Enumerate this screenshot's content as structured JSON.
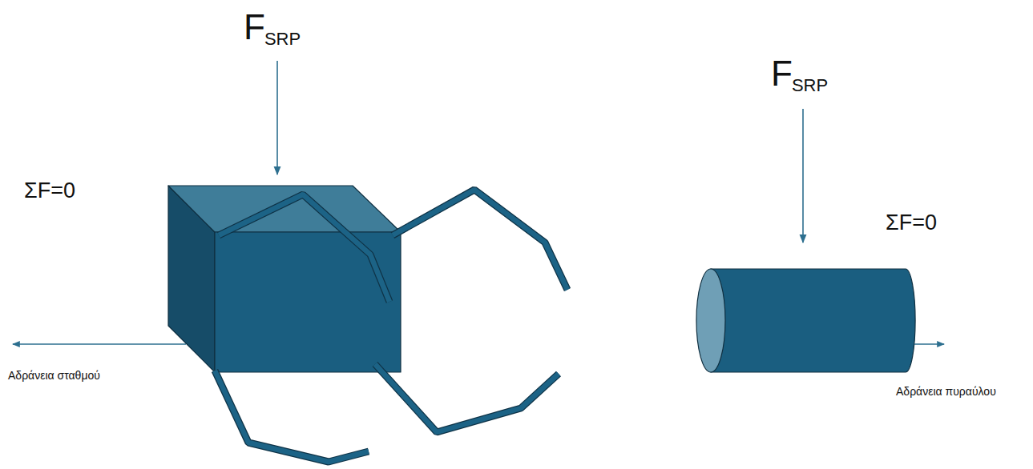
{
  "diagram": {
    "labels": [
      "F",
      "SRP",
      "ΣF=0",
      "Αδράνεια σταθμού",
      "F",
      "SRP",
      "ΣF=0",
      "Αδράνεια πυραύλου"
    ]
  }
}
